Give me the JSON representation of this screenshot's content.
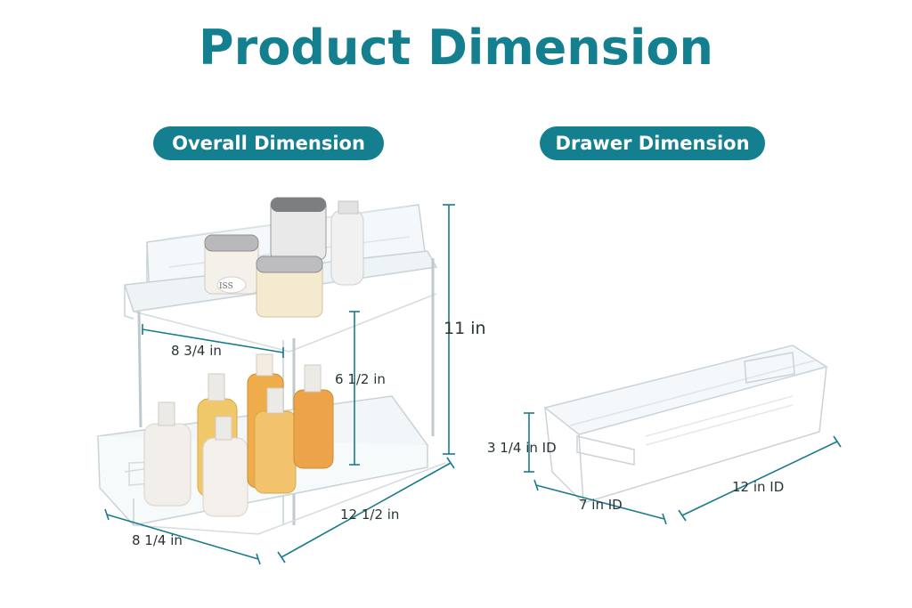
{
  "title": "Product Dimension",
  "badges": {
    "overall": "Overall Dimension",
    "drawer": "Drawer Dimension"
  },
  "overall": {
    "height": "11 in",
    "upper_depth": "8 3/4 in",
    "lower_clearance": "6 1/2 in",
    "length": "12 1/2 in",
    "width": "8 1/4 in"
  },
  "drawer": {
    "height": "3 1/4 in ID",
    "width": "7 in ID",
    "length": "12 in ID"
  },
  "product_labels": {
    "jar_brand": "ISS"
  },
  "colors": {
    "accent": "#137f8f",
    "dimension_line": "#1b7b8a",
    "text": "#2a3436"
  }
}
